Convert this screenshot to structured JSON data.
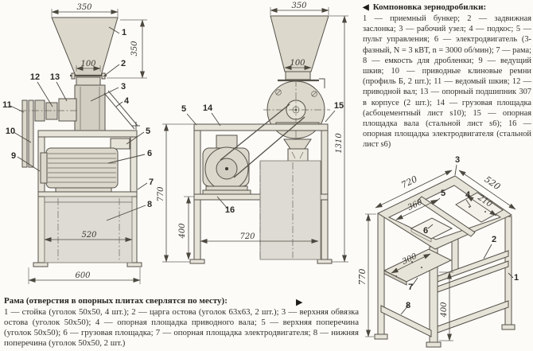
{
  "front_view": {
    "dims": {
      "hopper_width": "350",
      "hopper_height": "350",
      "neck": "100",
      "inner_width": "520",
      "base_width": "600"
    },
    "callouts": {
      "c1": "1",
      "c2": "2",
      "c3": "3",
      "c4": "4",
      "c5": "5",
      "c6": "6",
      "c7": "7",
      "c8": "8",
      "c9": "9",
      "c10": "10",
      "c11": "11",
      "c12": "12",
      "c13": "13"
    }
  },
  "side_view": {
    "dims": {
      "hopper_width": "350",
      "neck": "100",
      "depth": "720",
      "lower_height": "400",
      "frame_height": "770",
      "total_height": "1310"
    },
    "callouts": {
      "c5": "5",
      "c14": "14",
      "c15": "15",
      "c16": "16"
    }
  },
  "iso_view": {
    "dims": {
      "top_depth": "720",
      "top_width": "520",
      "inner_depth": "360",
      "plate_offset": "210",
      "shelf_depth": "300",
      "lower_height": "400",
      "height": "770"
    },
    "callouts": {
      "c1": "1",
      "c2": "2",
      "c3": "3",
      "c4": "4",
      "c5": "5",
      "c6": "6",
      "c7": "7",
      "c8": "8"
    }
  },
  "assembly_legend": {
    "marker": "◀",
    "title": "Компоновка зернодробилки:",
    "body": "1 — приемный бункер; 2 — задвижная заслонка; 3 — рабочий узел; 4 — подкос; 5 — пульт управления; 6 — электродвигатель (3-фазный, N = 3 кВТ, n = 3000 об/мин); 7 — рама; 8 — емкость для дробленки; 9 — ведущий шкив; 10 — приводные клиновые ремни (профиль Б, 2 шт.); 11 — ведомый шкив; 12 — приводной вал; 13 — опорный подшипник 307 в корпусе (2 шт.); 14 — грузовая площадка (асбоцементный лист s10); 15 — опорная площадка вала (стальной лист s6); 16 — опорная площадка электродвигателя (стальной лист s6)"
  },
  "frame_legend": {
    "title": "Рама (отверстия в опорных плитах сверлятся по месту):",
    "body": "1 — стойка (уголок 50х50, 4 шт.); 2 — царга остова (уголок 63х63, 2 шт.); 3 — верхняя обвязка остова (уголок 50х50); 4 — опорная площадка приводного вала; 5 — верхняя поперечина (уголок 50х50); 6 — грузовая площадка; 7 — опорная площадка электродвигателя; 8 — нижняя поперечина (уголок 50х50, 2 шт.)",
    "marker": "▶"
  }
}
